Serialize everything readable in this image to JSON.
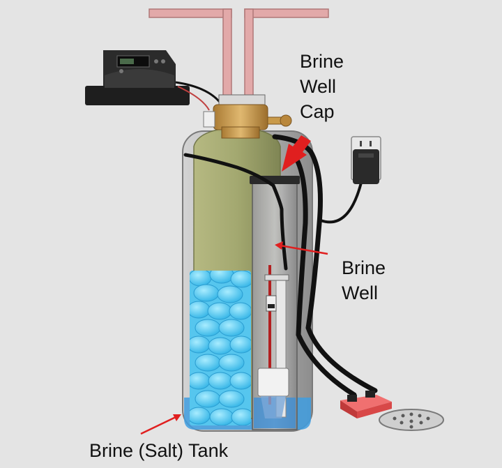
{
  "labels": {
    "brine_well_cap": [
      "Brine",
      "Well",
      "Cap"
    ],
    "brine_well": [
      "Brine",
      "Well"
    ],
    "brine_salt_tank": "Brine (Salt) Tank"
  },
  "colors": {
    "background": "#e4e4e4",
    "pipe": "#e2a9a9",
    "resin_tank": "#9ea36a",
    "brine_tank": "#b9b9b9",
    "salt": "#4fc8ee",
    "water": "#3f9ee0",
    "valve": "#c99a4a",
    "arrow": "#e01f1f",
    "hose": "#111111",
    "overflow_block": "#e24b4b"
  },
  "icons": [
    "control-head",
    "wall-outlet",
    "power-adapter",
    "float-assembly",
    "drain-grate"
  ]
}
